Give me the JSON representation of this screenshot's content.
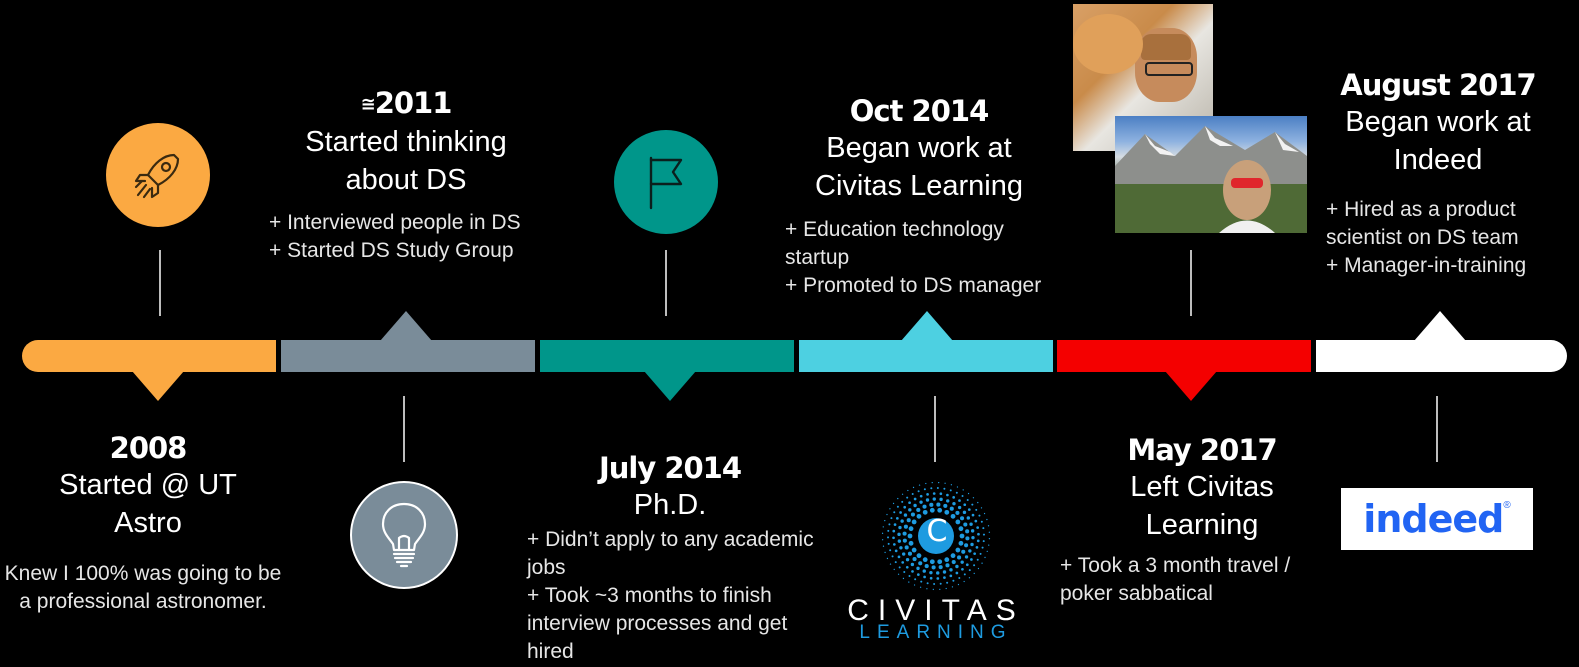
{
  "colors": {
    "orange": "#FBA942",
    "slate": "#7A8C99",
    "teal": "#00968A",
    "cyan": "#4DD0E1",
    "red": "#F40000",
    "white": "#FFFFFF",
    "indeed_blue": "#2164F3",
    "civitas_blue": "#1E9BE0"
  },
  "milestones": [
    {
      "year": "2008",
      "title_lines": [
        "Started @ UT",
        "Astro"
      ],
      "note": "Knew I 100% was going to be a professional astronomer.",
      "icon": "rocket-icon"
    },
    {
      "year": "2011",
      "year_prefix": "≅",
      "title_lines": [
        "Started thinking",
        "about DS"
      ],
      "bullets": [
        "+ Interviewed people in DS",
        "+ Started DS Study Group"
      ],
      "icon": "lightbulb-icon"
    },
    {
      "year": "July 2014",
      "title_lines": [
        "Ph.D."
      ],
      "bullets": [
        "+ Didn’t apply to any academic jobs",
        "+ Took ~3 months to finish interview processes and get hired"
      ],
      "icon": "flag-icon"
    },
    {
      "year": "Oct 2014",
      "title_lines": [
        "Began work at",
        "Civitas Learning"
      ],
      "bullets": [
        "+ Education technology startup",
        "+ Promoted to DS manager"
      ],
      "logo": {
        "letter": "C",
        "name": "CIVITAS",
        "sub": "LEARNING"
      }
    },
    {
      "year": "May 2017",
      "title_lines": [
        "Left Civitas",
        "Learning"
      ],
      "bullets": [
        "+ Took a 3 month travel / poker sabbatical"
      ],
      "photos": [
        "cat-selfie-photo",
        "mountain-selfie-photo"
      ]
    },
    {
      "year": "August 2017",
      "title_lines": [
        "Began work at",
        "Indeed"
      ],
      "bullets": [
        "+ Hired as a product scientist on DS team",
        "+ Manager-in-training"
      ],
      "logo": {
        "text": "indeed",
        "mark": "®"
      }
    }
  ]
}
